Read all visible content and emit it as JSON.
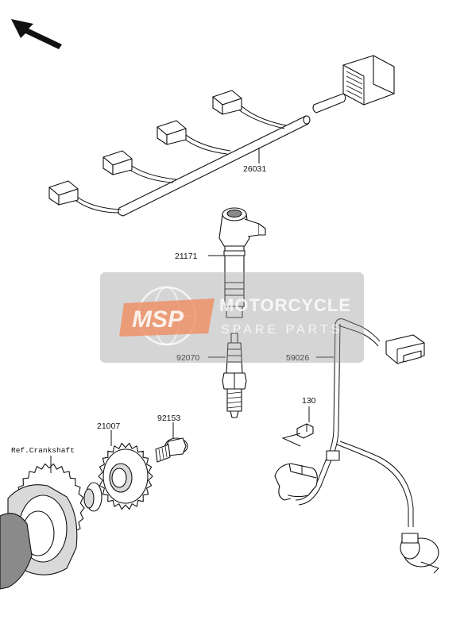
{
  "parts": {
    "harness": "26031",
    "ignition_coil": "21171",
    "spark_plug": "92070",
    "sensor_lead": "59026",
    "bolt_small": "130",
    "rotor_bolt": "92153",
    "timing_rotor": "21007"
  },
  "reference": {
    "crankshaft": "Ref.Crankshaft"
  },
  "watermark": {
    "logo": "MSP",
    "line1": "MOTORCYCLE",
    "line2": "SPARE PARTS"
  },
  "colors": {
    "watermark_accent": "#f08a5d",
    "ink": "#111111"
  }
}
